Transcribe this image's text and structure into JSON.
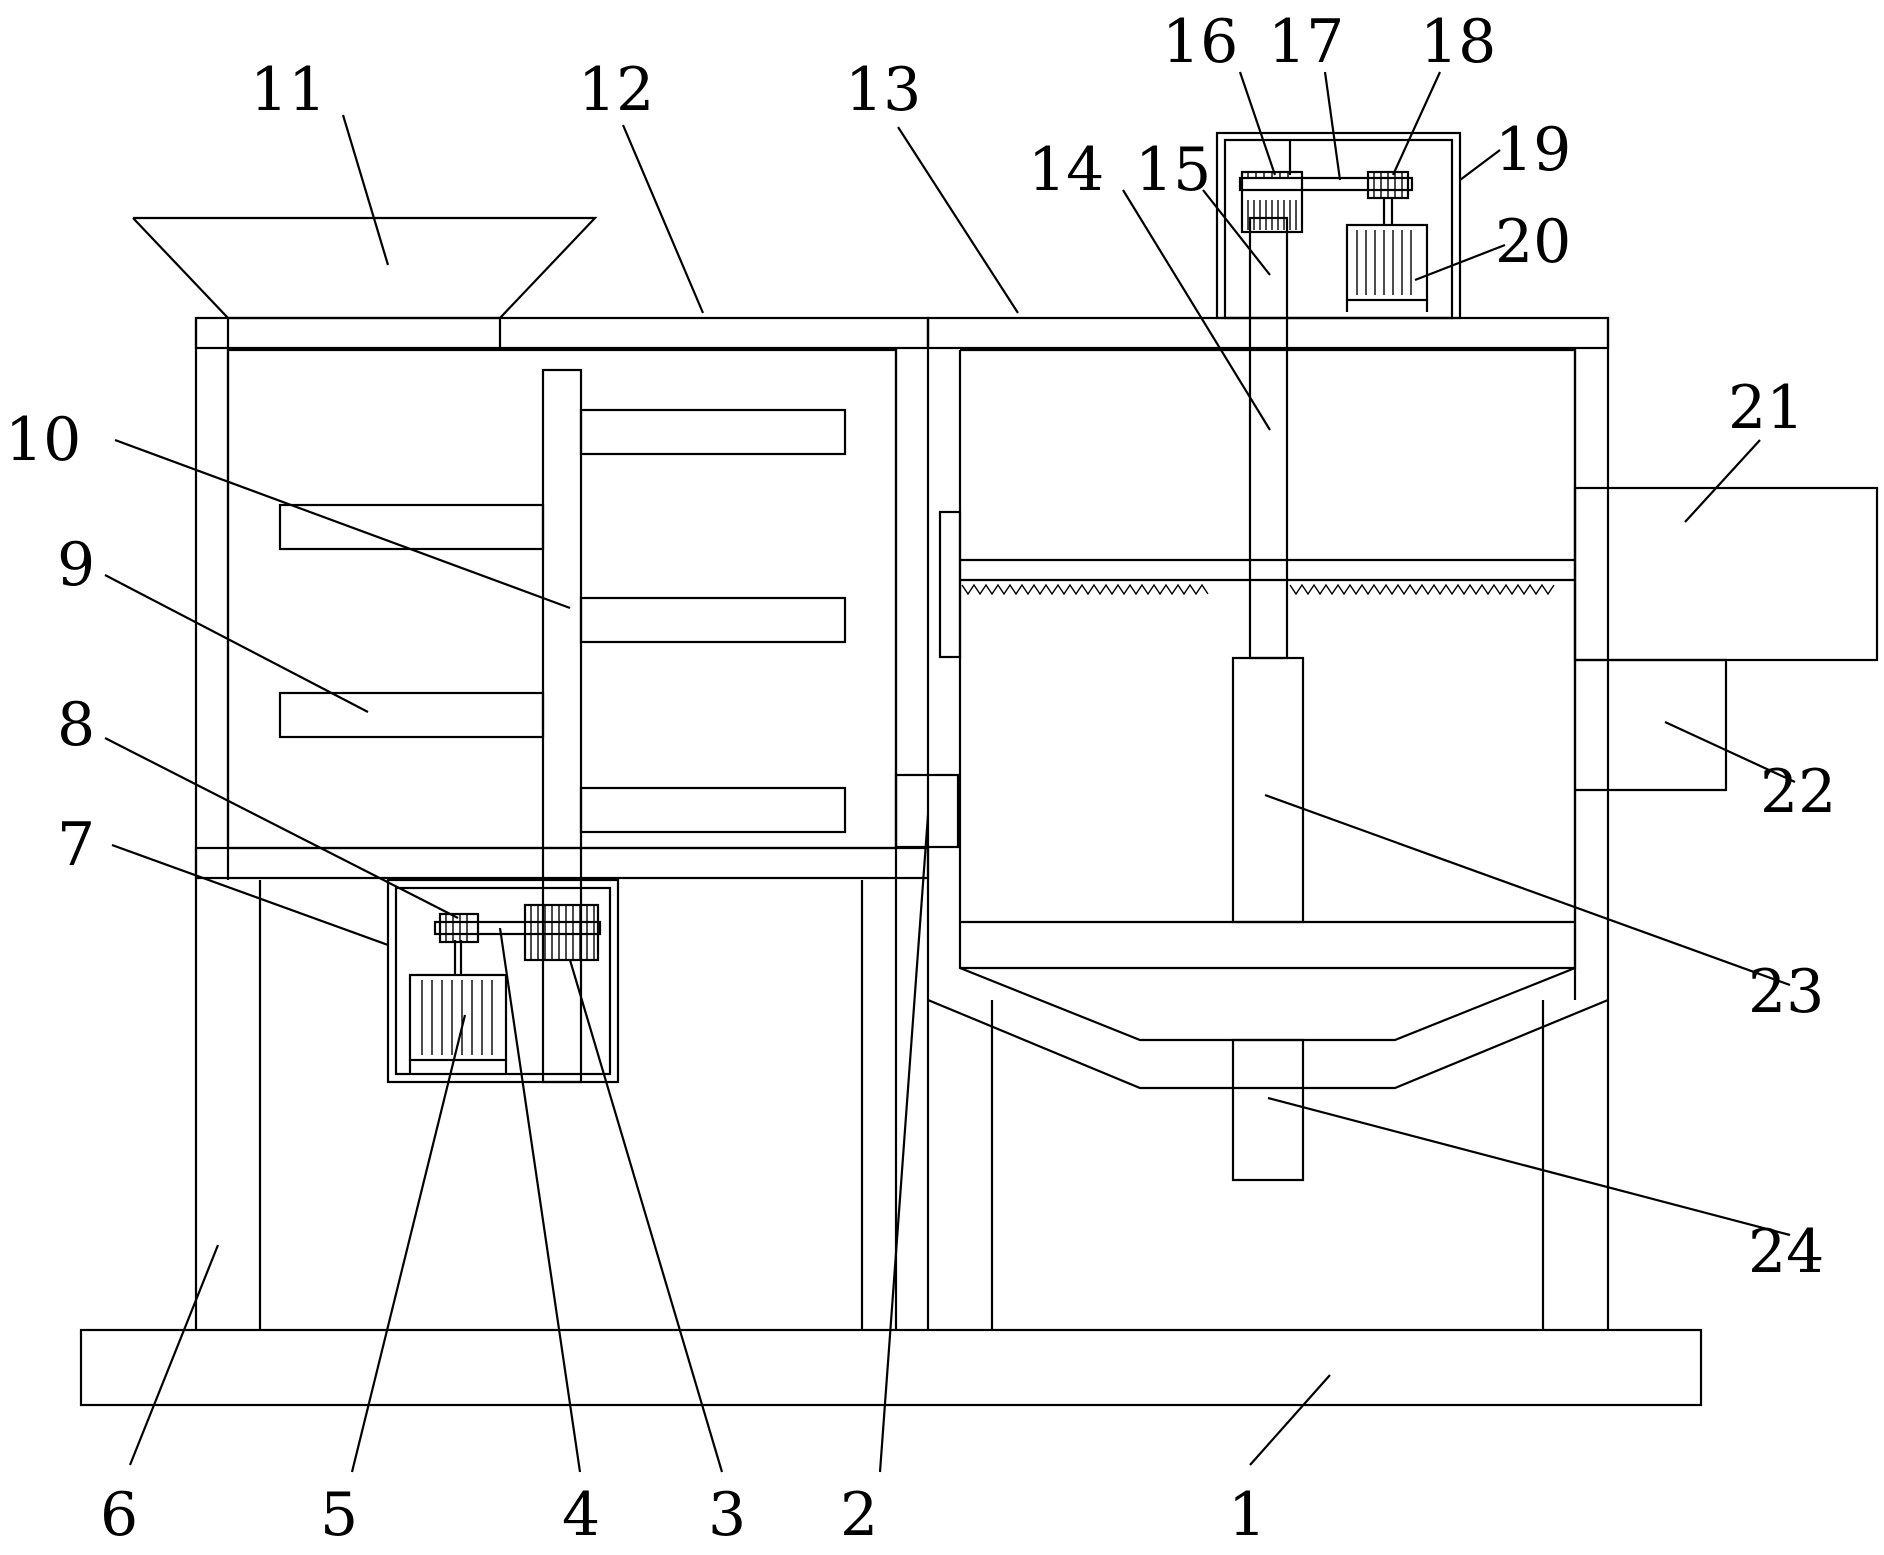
{
  "labels": [
    {
      "id": "1",
      "text": "1"
    },
    {
      "id": "2",
      "text": "2"
    },
    {
      "id": "3",
      "text": "3"
    },
    {
      "id": "4",
      "text": "4"
    },
    {
      "id": "5",
      "text": "5"
    },
    {
      "id": "6",
      "text": "6"
    },
    {
      "id": "7",
      "text": "7"
    },
    {
      "id": "8",
      "text": "8"
    },
    {
      "id": "9",
      "text": "9"
    },
    {
      "id": "10",
      "text": "10"
    },
    {
      "id": "11",
      "text": "11"
    },
    {
      "id": "12",
      "text": "12"
    },
    {
      "id": "13",
      "text": "13"
    },
    {
      "id": "14",
      "text": "14"
    },
    {
      "id": "15",
      "text": "15"
    },
    {
      "id": "16",
      "text": "16"
    },
    {
      "id": "17",
      "text": "17"
    },
    {
      "id": "18",
      "text": "18"
    },
    {
      "id": "19",
      "text": "19"
    },
    {
      "id": "20",
      "text": "20"
    },
    {
      "id": "21",
      "text": "21"
    },
    {
      "id": "22",
      "text": "22"
    },
    {
      "id": "23",
      "text": "23"
    },
    {
      "id": "24",
      "text": "24"
    }
  ],
  "colors": {
    "line": "#000000",
    "background": "#ffffff"
  }
}
